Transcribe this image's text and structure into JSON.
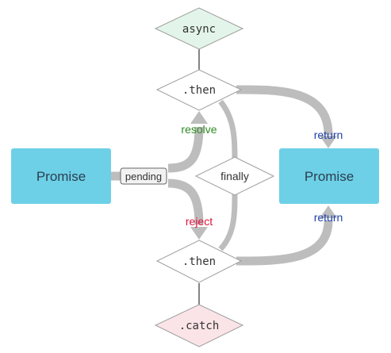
{
  "nodes": {
    "async": "async",
    "then_top": ".then",
    "then_bottom": ".then",
    "catch": ".catch",
    "finally": "finally",
    "promise_left": "Promise",
    "promise_right": "Promise",
    "pending": "pending"
  },
  "edges": {
    "resolve": "resolve",
    "reject": "reject",
    "return_top": "return",
    "return_bottom": "return"
  },
  "colors": {
    "promise_fill": "#6dd0e6",
    "async_fill": "#e3f5ea",
    "catch_fill": "#fbe4e8",
    "arrow": "#bdbdbd",
    "resolve_text": "#2e8b22",
    "reject_text": "#dc143c",
    "return_text": "#1f3fa8"
  }
}
